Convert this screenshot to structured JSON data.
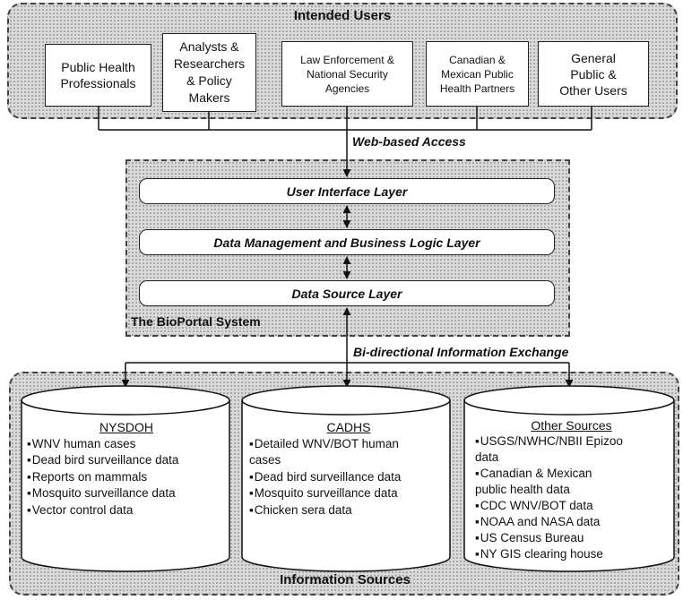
{
  "intended_users": {
    "title": "Intended Users",
    "boxes": [
      [
        "Public Health",
        "Professionals"
      ],
      [
        "Analysts &",
        "Researchers",
        "& Policy",
        "Makers"
      ],
      [
        "Law Enforcement &",
        "National Security",
        "Agencies"
      ],
      [
        "Canadian &",
        "Mexican Public",
        "Health Partners"
      ],
      [
        "General",
        "Public &",
        "Other Users"
      ]
    ]
  },
  "web_access_label": "Web-based Access",
  "bioportal": {
    "title": "The BioPortal System",
    "layers": [
      "User Interface Layer",
      "Data Management and Business Logic Layer",
      "Data Source Layer"
    ]
  },
  "exchange_label": "Bi-directional Information Exchange",
  "information_sources": {
    "title": "Information Sources",
    "nysdoh": {
      "title": "NYSDOH",
      "items": [
        "WNV human cases",
        "Dead bird surveillance data",
        "Reports on mammals",
        "Mosquito surveillance data",
        "Vector control data"
      ]
    },
    "cadhs": {
      "title": "CADHS",
      "items": [
        "Detailed WNV/BOT human",
        "cases",
        "Dead bird surveillance data",
        "Mosquito surveillance data",
        "Chicken sera data"
      ]
    },
    "other": {
      "title": "Other Sources",
      "items": [
        "USGS/NWHC/NBII Epizoo",
        "data",
        "Canadian & Mexican",
        "public health data",
        "CDC WNV/BOT data",
        "NOAA and NASA data",
        "US Census Bureau",
        "NY GIS clearing house"
      ]
    }
  }
}
